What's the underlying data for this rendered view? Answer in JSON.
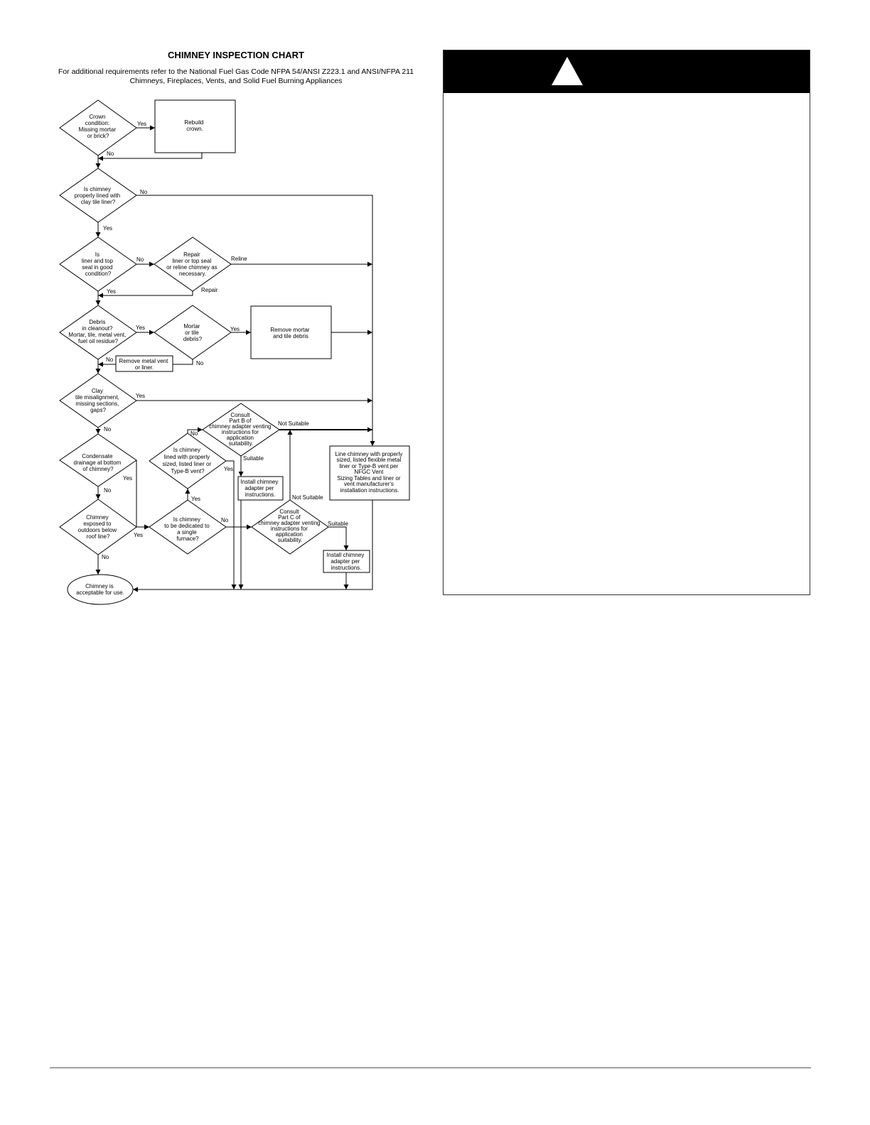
{
  "chart": {
    "title": "CHIMNEY INSPECTION CHART",
    "subtitle": [
      "For additional requirements refer to the National Fuel Gas Code NFPA 54/ANSI Z223.1 and ANSI/NFPA 211",
      "Chimneys, Fireplaces, Vents, and Solid Fuel Burning Appliances"
    ]
  },
  "nodes": {
    "crown": [
      "Crown",
      "condition:",
      "Missing mortar",
      "or brick?"
    ],
    "rebuild": [
      "Rebuild",
      "crown."
    ],
    "lined": [
      "Is chimney",
      "properly lined with",
      "clay tile liner?"
    ],
    "liner_good": [
      "Is",
      "liner and top",
      "seal in good",
      "condition?"
    ],
    "repair": [
      "Repair",
      "liner or top seal",
      "or reline chimney as",
      "necessary."
    ],
    "debris": [
      "Debris",
      "in cleanout?",
      "Mortar, tile, metal vent,",
      "fuel oil residue?"
    ],
    "mortar_debris": [
      "Mortar",
      "or tile",
      "debris?"
    ],
    "remove_mortar": [
      "Remove mortar",
      "and tile debris"
    ],
    "remove_metal": [
      "Remove metal vent",
      "or liner."
    ],
    "clay_tile": [
      "Clay",
      "tile misalignment,",
      "missing sections,",
      "gaps?"
    ],
    "condensate": [
      "Condensate",
      "drainage at bottom",
      "of chimney?"
    ],
    "exposed": [
      "Chimney",
      "exposed to",
      "outdoors below",
      "roof line?"
    ],
    "dedicated": [
      "Is chimney",
      "to be dedicated to",
      "a single",
      "furnace?"
    ],
    "lined_typeb": [
      "Is chimney",
      "lined with properly",
      "sized, listed liner or",
      "Type-B vent?"
    ],
    "consult_b": [
      "Consult",
      "Part B of",
      "chimney adapter venting",
      "instructions for",
      "application",
      "suitability."
    ],
    "install_adapter_b": [
      "Install chimney",
      "adapter per",
      "instructions."
    ],
    "consult_c": [
      "Consult",
      "Part C of",
      "chimney adapter venting",
      "instructions for",
      "application",
      "suitability."
    ],
    "install_adapter_c": [
      "Install chimney",
      "adapter per",
      "instructions."
    ],
    "line_chimney": [
      "Line chimney with properly",
      "sized, listed flexible metal",
      "liner or Type-B vent per",
      "NFGC Vent",
      "Sizing Tables and liner or",
      "vent manufacturer's",
      "installation instructions."
    ],
    "acceptable": [
      "Chimney is",
      "acceptable for use."
    ]
  },
  "edge_labels": {
    "crown_yes": "Yes",
    "crown_no": "No",
    "lined_no": "No",
    "lined_yes": "Yes",
    "liner_no": "No",
    "reline": "Reline",
    "repair": "Repair",
    "liner_yes": "Yes",
    "debris_yes": "Yes",
    "mortar_yes": "Yes",
    "debris_no": "No",
    "mortar_no": "No",
    "clay_yes": "Yes",
    "clay_no": "No",
    "consult_b_not_suitable": "Not Suitable",
    "consult_b_no": "No",
    "consult_b_suitable": "Suitable",
    "typeb_yes": "Yes",
    "condensate_yes": "Yes",
    "condensate_no": "No",
    "dedicated_yes": "Yes",
    "dedicated_no": "No",
    "consult_c_not_suitable": "Not Suitable",
    "consult_c_suitable": "Suitable",
    "exposed_yes": "Yes",
    "exposed_no": "No"
  }
}
